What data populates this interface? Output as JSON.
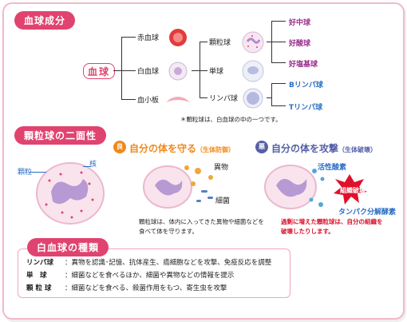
{
  "section1": {
    "title": "血球成分",
    "root": "血球",
    "branches": [
      "赤血球",
      "白血球",
      "血小板"
    ],
    "wbc_types": [
      "顆粒球",
      "単球",
      "リンパ球"
    ],
    "granulocyte_types": [
      "好中球",
      "好酸球",
      "好塩基球"
    ],
    "lymph_types": [
      "Bリンパ球",
      "Tリンパ球"
    ],
    "note": "＊顆粒球は、白血球の中の一つです。"
  },
  "section2": {
    "title": "顆粒球の二面性",
    "cell_labels": {
      "granule": "顆粒",
      "nucleus": "核"
    },
    "good": {
      "badge": "良",
      "heading": "自分の体を守る",
      "sub": "（生体防御）",
      "labels": {
        "foreign": "異物",
        "bacteria": "細菌"
      },
      "desc1": "顆粒球は、体内に入ってきた異物や細菌などを",
      "desc2": "食べて体を守ります。"
    },
    "bad": {
      "badge": "悪",
      "heading": "自分の体を攻撃",
      "sub": "（生体破壊）",
      "labels": {
        "oxygen": "活性酸素",
        "tissue": "組織破壊",
        "protease": "タンパク分解酵素"
      },
      "desc1": "過剰に増えた顆粒球は、自分の組織を",
      "desc2": "破壊したりします。"
    }
  },
  "section3": {
    "title": "白血球の種類",
    "rows": [
      {
        "name": "リンパ球",
        "desc": "：異物を認識･記憶、抗体産生、癌細胞などを攻撃、免疫反応を調整"
      },
      {
        "name": "単　球",
        "desc": "：細菌などを食べるほか、細菌や異物などの情報を提示"
      },
      {
        "name": "顆 粒 球",
        "desc": "：細菌などを食べる、殺菌作用をもつ、寄生虫を攻撃"
      }
    ]
  },
  "colors": {
    "accent": "#e0436f",
    "purple": "#9b2c8c",
    "blue": "#2a6fc5",
    "orange": "#f08a1c",
    "indigo": "#5560a8",
    "red": "#d8102b"
  }
}
